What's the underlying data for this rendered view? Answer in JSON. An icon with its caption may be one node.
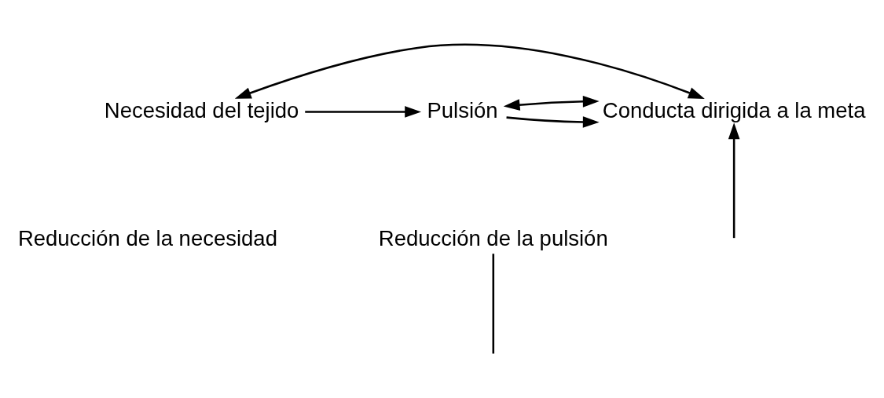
{
  "diagram": {
    "nodes": [
      {
        "text": [
          "Necesidad del tejido"
        ]
      },
      {
        "text": [
          "Pulsión"
        ]
      },
      {
        "text": [
          "Conducta dirigida a la meta"
        ]
      },
      {
        "text": [
          "Reducción de la necesidad"
        ]
      },
      {
        "text": [
          "Reducción de la pulsión"
        ]
      }
    ],
    "edges": [
      {
        "from": 0,
        "to": 1,
        "arrow": "to"
      },
      {
        "from": 1,
        "to": 2,
        "arrow": "to"
      },
      {
        "from": 2,
        "to": 1,
        "arrow": "both"
      },
      {
        "from": 2,
        "to": 0,
        "arrow": "both"
      },
      {
        "from": 4,
        "to": null,
        "arrow": "none"
      },
      {
        "from": null,
        "to": 2,
        "arrow": "to"
      }
    ]
  }
}
